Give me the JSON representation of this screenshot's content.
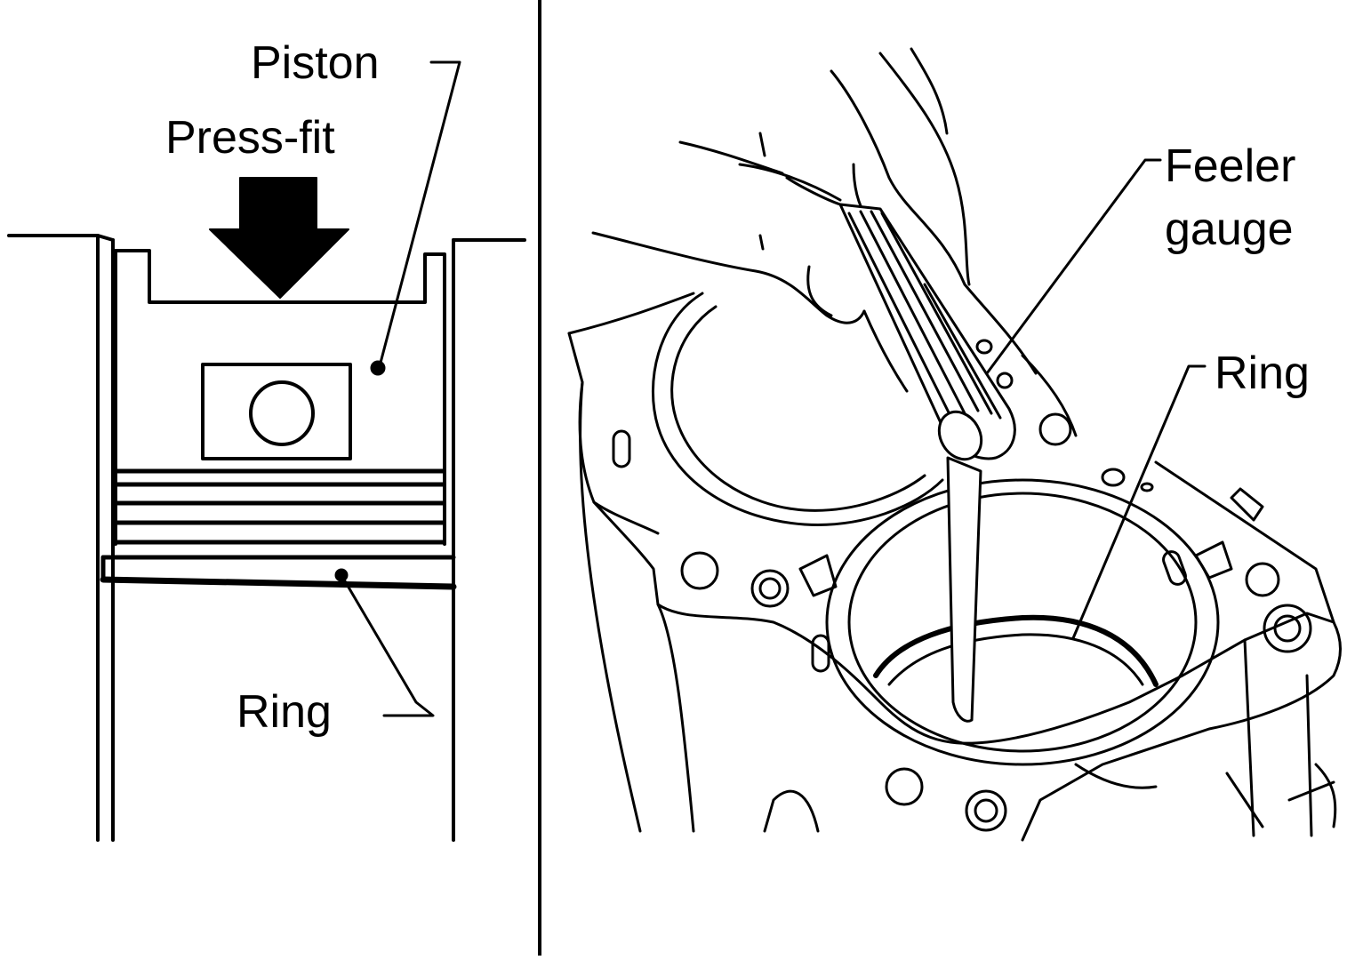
{
  "colors": {
    "ink": "#000000",
    "paper": "#ffffff"
  },
  "left_panel": {
    "piston_label": "Piston",
    "pressfit_label": "Press-fit",
    "ring_label": "Ring"
  },
  "right_panel": {
    "feeler_label_line1": "Feeler",
    "feeler_label_line2": "gauge",
    "ring_label": "Ring"
  }
}
